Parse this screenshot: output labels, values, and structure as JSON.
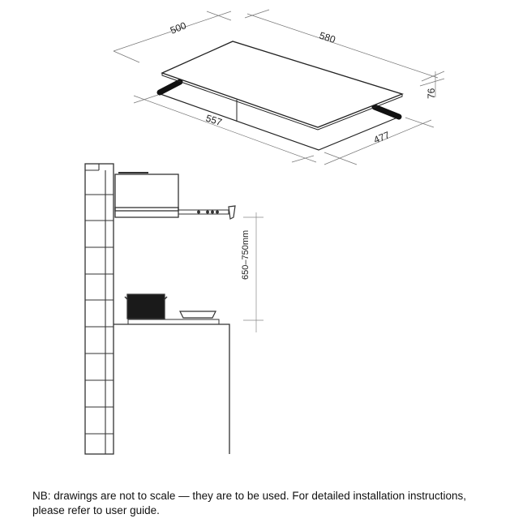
{
  "hob_dimensions": {
    "depth_overall": "500",
    "width_overall": "580",
    "height": "76",
    "cutout_width": "557",
    "cutout_depth": "477"
  },
  "hood_clearance": "650–750mm",
  "note": {
    "line1": "NB: drawings are not to scale — they are to be used.  For detailed installation instructions,",
    "line2": "please refer to user guide."
  }
}
